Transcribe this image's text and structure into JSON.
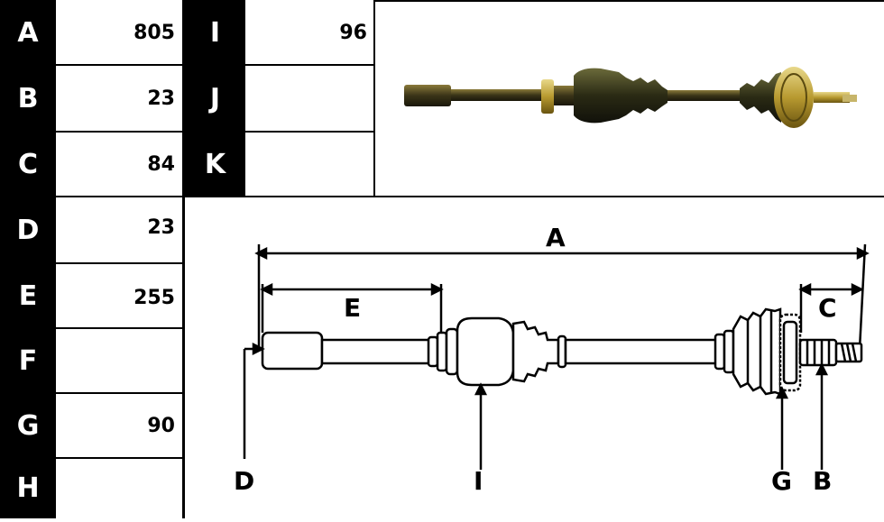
{
  "left_table": {
    "rows": [
      {
        "label": "A",
        "value": "805"
      },
      {
        "label": "B",
        "value": "23"
      },
      {
        "label": "C",
        "value": "84"
      },
      {
        "label": "D",
        "value": "23"
      },
      {
        "label": "E",
        "value": "255"
      },
      {
        "label": "F",
        "value": ""
      },
      {
        "label": "G",
        "value": "90"
      },
      {
        "label": "H",
        "value": ""
      }
    ]
  },
  "mid_table": {
    "rows": [
      {
        "label": "I",
        "value": "96"
      },
      {
        "label": "J",
        "value": ""
      },
      {
        "label": "K",
        "value": ""
      }
    ]
  },
  "diagram": {
    "dim_A": "A",
    "dim_E": "E",
    "dim_C": "C",
    "marker_D": "D",
    "marker_I": "I",
    "marker_G": "G",
    "marker_B": "B"
  }
}
